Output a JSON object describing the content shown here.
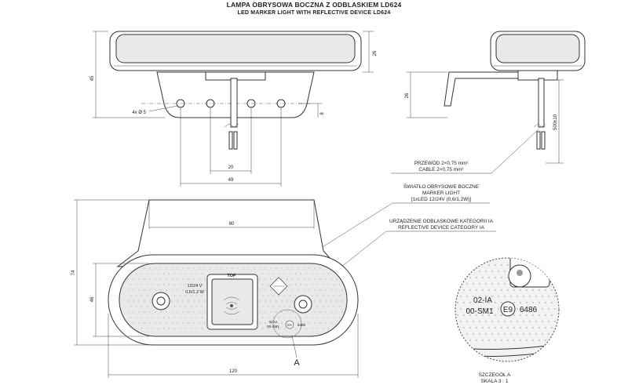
{
  "title": {
    "line1": "LAMPA OBRYSOWA BOCZNA Z ODBLASKIEM LD624",
    "line2": "LED MARKER LIGHT WITH REFLECTIVE DEVICE LD624"
  },
  "dimensions": {
    "overall_height": "45",
    "housing_height": "26",
    "hole_note": "4x Ø 5",
    "hole_offset": "8",
    "hole_spacing": "20",
    "hole_span": "49",
    "side_height": "26",
    "cable_length": "500±10",
    "bracket_width": "80",
    "base_height": "74",
    "lens_height": "46",
    "overall_width": "120"
  },
  "notes": {
    "cable_pl": "PRZEWÓD 2×0,75 mm²",
    "cable_en": "CABLE 2×0,75 mm²",
    "light_pl": "ŚWIATŁO OBRYSOWE BOCZNE",
    "light_en": "MARKER LIGHT",
    "light_spec": "[1xLED 12/24V (0,6/1,2W)]",
    "reflector_pl": "URZĄDZENIE ODBLASKOWE KATEGORII IA",
    "reflector_en": "REFLECTIVE DEVICE CATEGORY IA"
  },
  "lamp_labels": {
    "top": "TOP",
    "voltage": "12/24 V",
    "power": "0,6/1,2 W",
    "code1": "02-IA",
    "code2": "00-SM1",
    "approval": "E9",
    "approval_number": "6486"
  },
  "detail": {
    "code1": "02-IA",
    "code2": "00-SM1",
    "approval": "E9",
    "approval_number": "6486",
    "marker": "A",
    "caption_pl": "SZCZEGÓŁ A",
    "caption_scale": "SKALA 3 : 1"
  }
}
